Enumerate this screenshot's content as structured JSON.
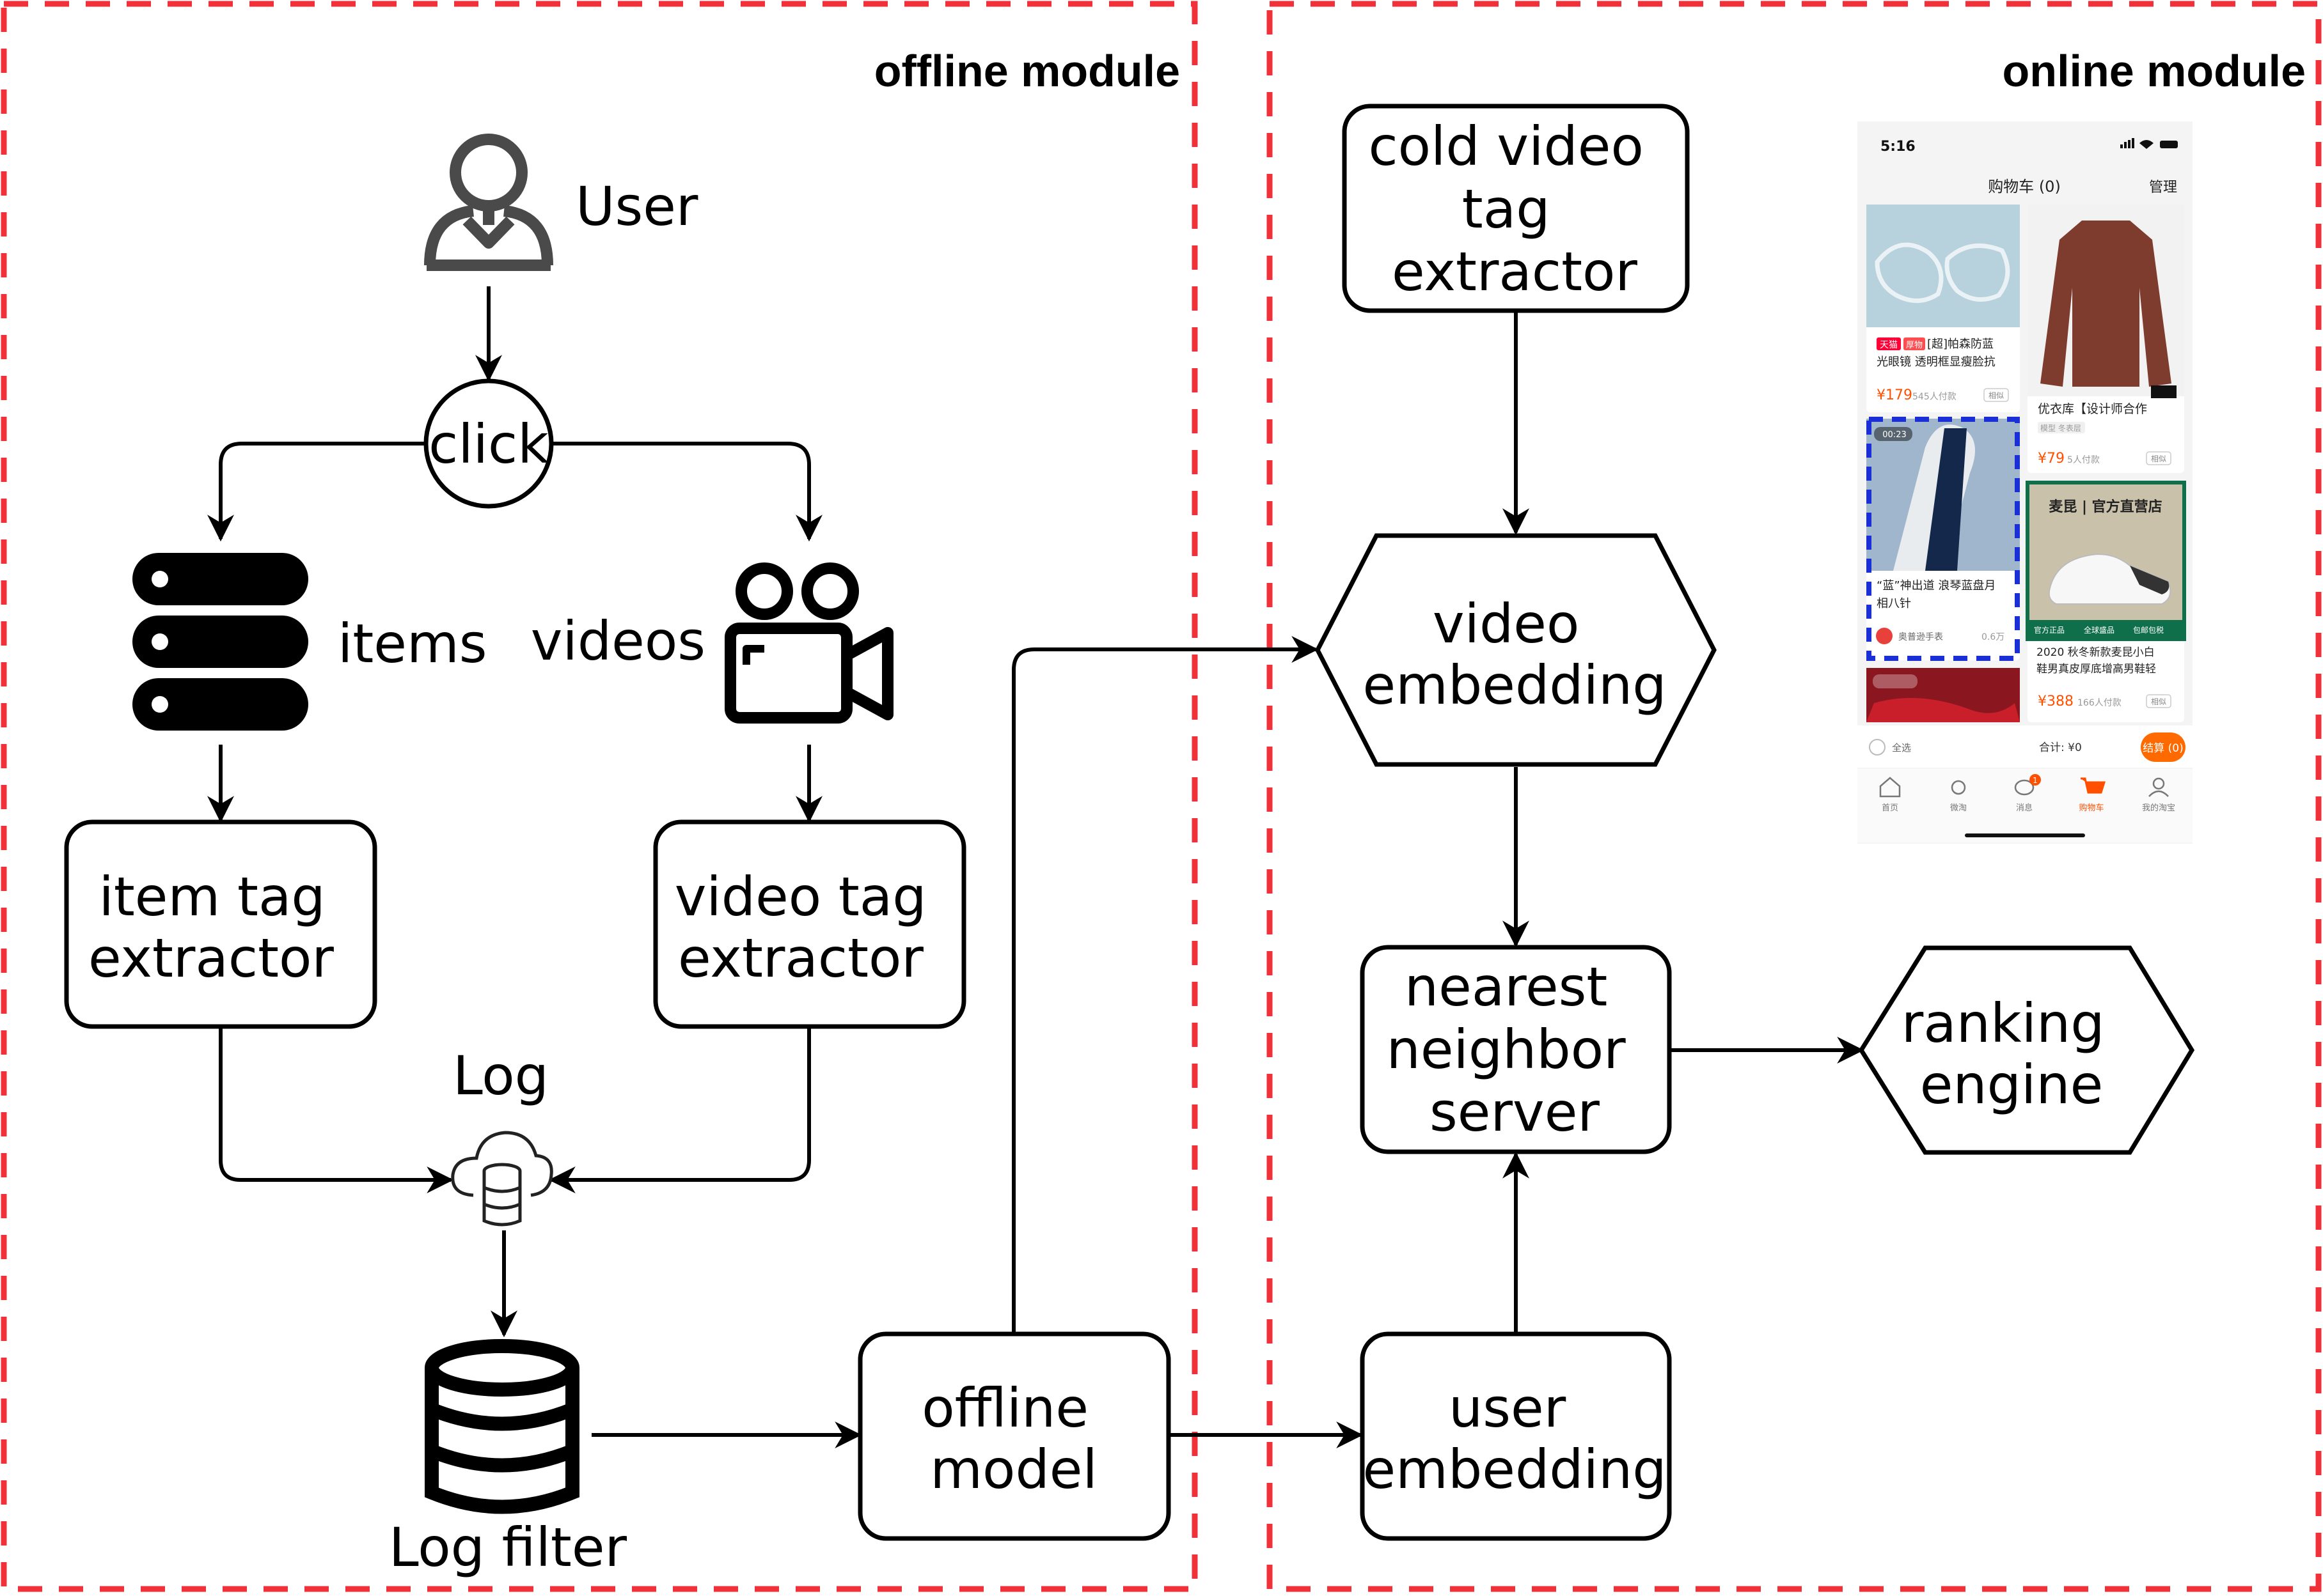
{
  "modules": {
    "offline": {
      "title": "offline module"
    },
    "online": {
      "title": "online module"
    }
  },
  "labels": {
    "user": "User",
    "items": "items",
    "videos": "videos",
    "log": "Log",
    "log_filter": "Log filter"
  },
  "nodes": {
    "click": "click",
    "item_tag_extractor": [
      "item tag",
      "extractor"
    ],
    "video_tag_extractor": [
      "video tag",
      "extractor"
    ],
    "offline_model": [
      "offline",
      "model"
    ],
    "cold_video_tag_extractor": [
      "cold video",
      "tag",
      "extractor"
    ],
    "video_embedding": [
      "video",
      "embedding"
    ],
    "nearest_neighbor_server": [
      "nearest",
      "neighbor",
      "server"
    ],
    "user_embedding": [
      "user",
      "embedding"
    ],
    "ranking_engine": [
      "ranking",
      "engine"
    ]
  },
  "edges": [
    [
      "user",
      "click"
    ],
    [
      "click",
      "items"
    ],
    [
      "click",
      "videos"
    ],
    [
      "items",
      "item_tag_extractor"
    ],
    [
      "videos",
      "video_tag_extractor"
    ],
    [
      "item_tag_extractor",
      "log"
    ],
    [
      "video_tag_extractor",
      "log"
    ],
    [
      "log",
      "log_filter"
    ],
    [
      "log_filter",
      "offline_model"
    ],
    [
      "offline_model",
      "video_embedding"
    ],
    [
      "offline_model",
      "user_embedding"
    ],
    [
      "cold_video_tag_extractor",
      "video_embedding"
    ],
    [
      "video_embedding",
      "nearest_neighbor_server"
    ],
    [
      "user_embedding",
      "nearest_neighbor_server"
    ],
    [
      "nearest_neighbor_server",
      "ranking_engine"
    ]
  ],
  "phone": {
    "time": "5:16",
    "header_title": "购物车 (0)",
    "header_action": "管理",
    "cards": [
      {
        "tags": [
          "天猫",
          "厚物"
        ],
        "title": "[超]帕森防蓝光眼镜 透明框显瘦脸抗",
        "price": "¥179",
        "sold": "545人付款",
        "similar": "相似"
      },
      {
        "title": "优衣库【设计师合作",
        "subtitle": "模型 冬表层",
        "price": "¥79",
        "sold": "5人付款",
        "similar": "相似"
      },
      {
        "duration": "00:23",
        "title": "“蓝”神出道 浪琴蓝盘月相八针",
        "shop": "奥普逊手表",
        "views": "0.6万"
      },
      {
        "brand": "麦昆 | 官方直营店",
        "strip": [
          "官方正品",
          "全球盛品",
          "包邮包税"
        ],
        "title": "2020 秋冬新款麦昆小白鞋男真皮厚底增高男鞋轻",
        "price": "¥388",
        "sold": "166人付款",
        "similar": "相似"
      }
    ],
    "bottom": {
      "select_all": "全选",
      "total": "合计: ¥0",
      "checkout": "结算 (0)"
    },
    "tabs": [
      "首页",
      "微淘",
      "消息",
      "购物车",
      "我的淘宝"
    ],
    "badge": "1"
  },
  "colors": {
    "module_border": "#f0313a",
    "highlight_border": "#1a2fd6",
    "accent": "#ff5000",
    "brand_green": "#0f6f4b",
    "stroke": "#000000"
  },
  "icons": [
    "user-icon",
    "server-stack-icon",
    "video-camera-icon",
    "cloud-database-icon",
    "database-icon"
  ]
}
